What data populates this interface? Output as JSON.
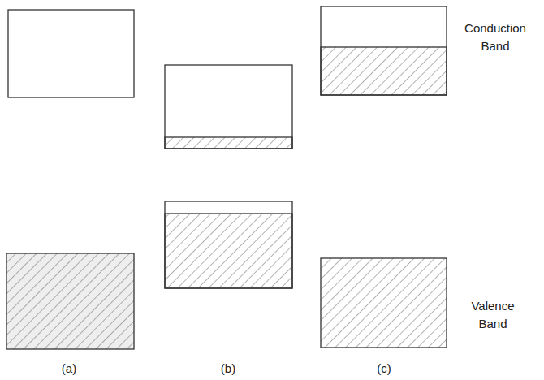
{
  "diagram": {
    "labels": [
      "Conduction Band",
      "Valence Band",
      "(a)",
      "(b)",
      "(c)"
    ]
  }
}
